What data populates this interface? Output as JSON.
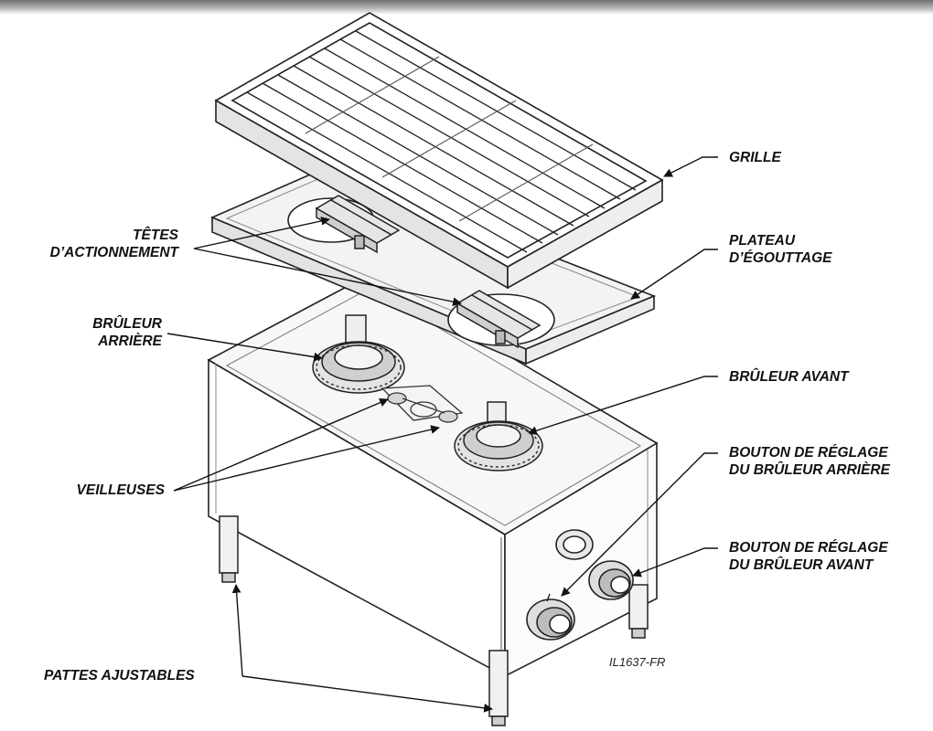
{
  "labels": {
    "grille": "GRILLE",
    "tetes_line1": "TÊTES",
    "tetes_line2": "D’ACTIONNEMENT",
    "plateau_line1": "PLATEAU",
    "plateau_line2": "D’ÉGOUTTAGE",
    "bruleur_arriere_line1": "BRÛLEUR",
    "bruleur_arriere_line2": "ARRIÈRE",
    "bruleur_avant": "BRÛLEUR AVANT",
    "bouton_arriere_line1": "BOUTON DE RÉGLAGE",
    "bouton_arriere_line2": "DU BRÛLEUR ARRIÈRE",
    "bouton_avant_line1": "BOUTON DE RÉGLAGE",
    "bouton_avant_line2": "DU BRÛLEUR AVANT",
    "veilleuses": "VEILLEUSES",
    "pattes": "PATTES AJUSTABLES"
  },
  "figure_ref": "IL1637-FR"
}
